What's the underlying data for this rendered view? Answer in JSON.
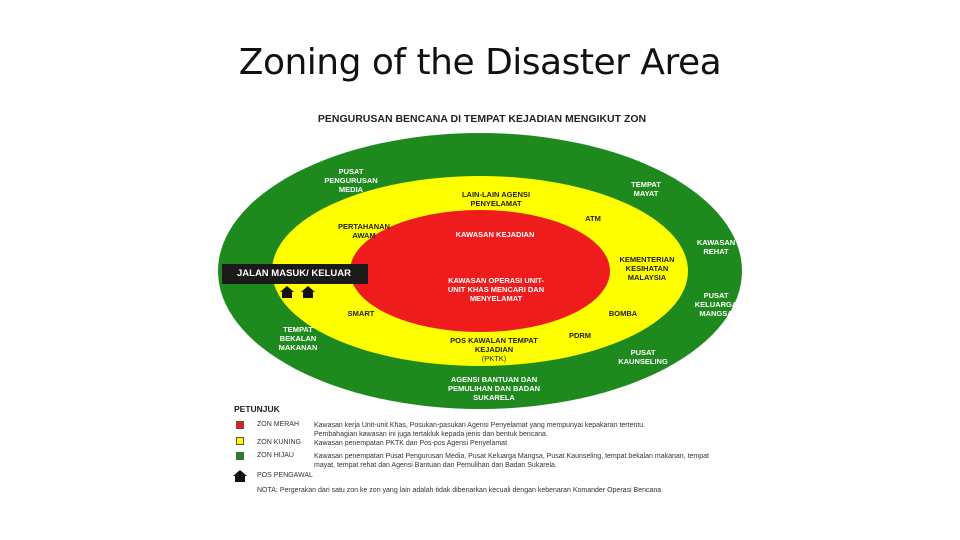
{
  "slide_title": "Zoning of the Disaster Area",
  "diagram_title": "PENGURUSAN BENCANA DI TEMPAT KEJADIAN MENGIKUT ZON",
  "colors": {
    "green": "#1e8a1e",
    "yellow": "#ffff00",
    "red": "#ee1c1c",
    "road": "#1a1a1a"
  },
  "road_label": "JALAN MASUK/ KELUAR",
  "green_labels": {
    "media": "PUSAT PENGURUSAN MEDIA",
    "mayat": "TEMPAT MAYAT",
    "rehat": "KAWASAN REHAT",
    "keluarga": "PUSAT KELUARGA MANGSA",
    "kaunseling": "PUSAT KAUNSELING",
    "bantuan": "AGENSI BANTUAN DAN PEMULIHAN DAN BADAN SUKARELA",
    "makanan": "TEMPAT BEKALAN MAKANAN"
  },
  "yellow_labels": {
    "agensi": "LAIN-LAIN AGENSI PENYELAMAT",
    "atm": "ATM",
    "kkm": "KEMENTERIAN KESIHATAN MALAYSIA",
    "bomba": "BOMBA",
    "pdrm": "PDRM",
    "pos": "POS KAWALAN TEMPAT KEJADIAN",
    "pktk": "(PKTK)",
    "smart": "SMART",
    "awam": "PERTAHANAN AWAM"
  },
  "red_labels": {
    "kejadian": "KAWASAN KEJADIAN",
    "operasi": "KAWASAN OPERASI UNIT-UNIT KHAS MENCARI DAN MENYELAMAT"
  },
  "legend": {
    "heading": "PETUNJUK",
    "merah_key": "ZON MERAH",
    "merah_desc1": "Kawasan kerja Unit-unit Khas, Posukan-pasukan Agensi Penyelamat yang mempunyai kepakaran tertentu.",
    "merah_desc2": "Pembahagian kawasan ini juga tertakluk kepada jenis dan bentuk bencana.",
    "kuning_key": "ZON KUNING",
    "kuning_desc": "Kawasan penempatan PKTK dan Pos-pos Agensi Penyelamat",
    "hijau_key": "ZON HIJAU",
    "hijau_desc1": "Kawasan penempatan Pusat Pengurusan Media, Pusat Keluarga Mangsa, Pusat Kaunseling, tempat bekalan makanan, tempat",
    "hijau_desc2": "mayat, tempat rehat dan Agensi Bantuan dan Pemulihan dan Badan Sukarela.",
    "pos_key": "POS PENGAWAL",
    "nota": "NOTA: Pergerakan dari satu zon ke zon yang lain adalah tidak dibenarkan kecuali dengan kebenaran Komander Operasi Bencana"
  }
}
